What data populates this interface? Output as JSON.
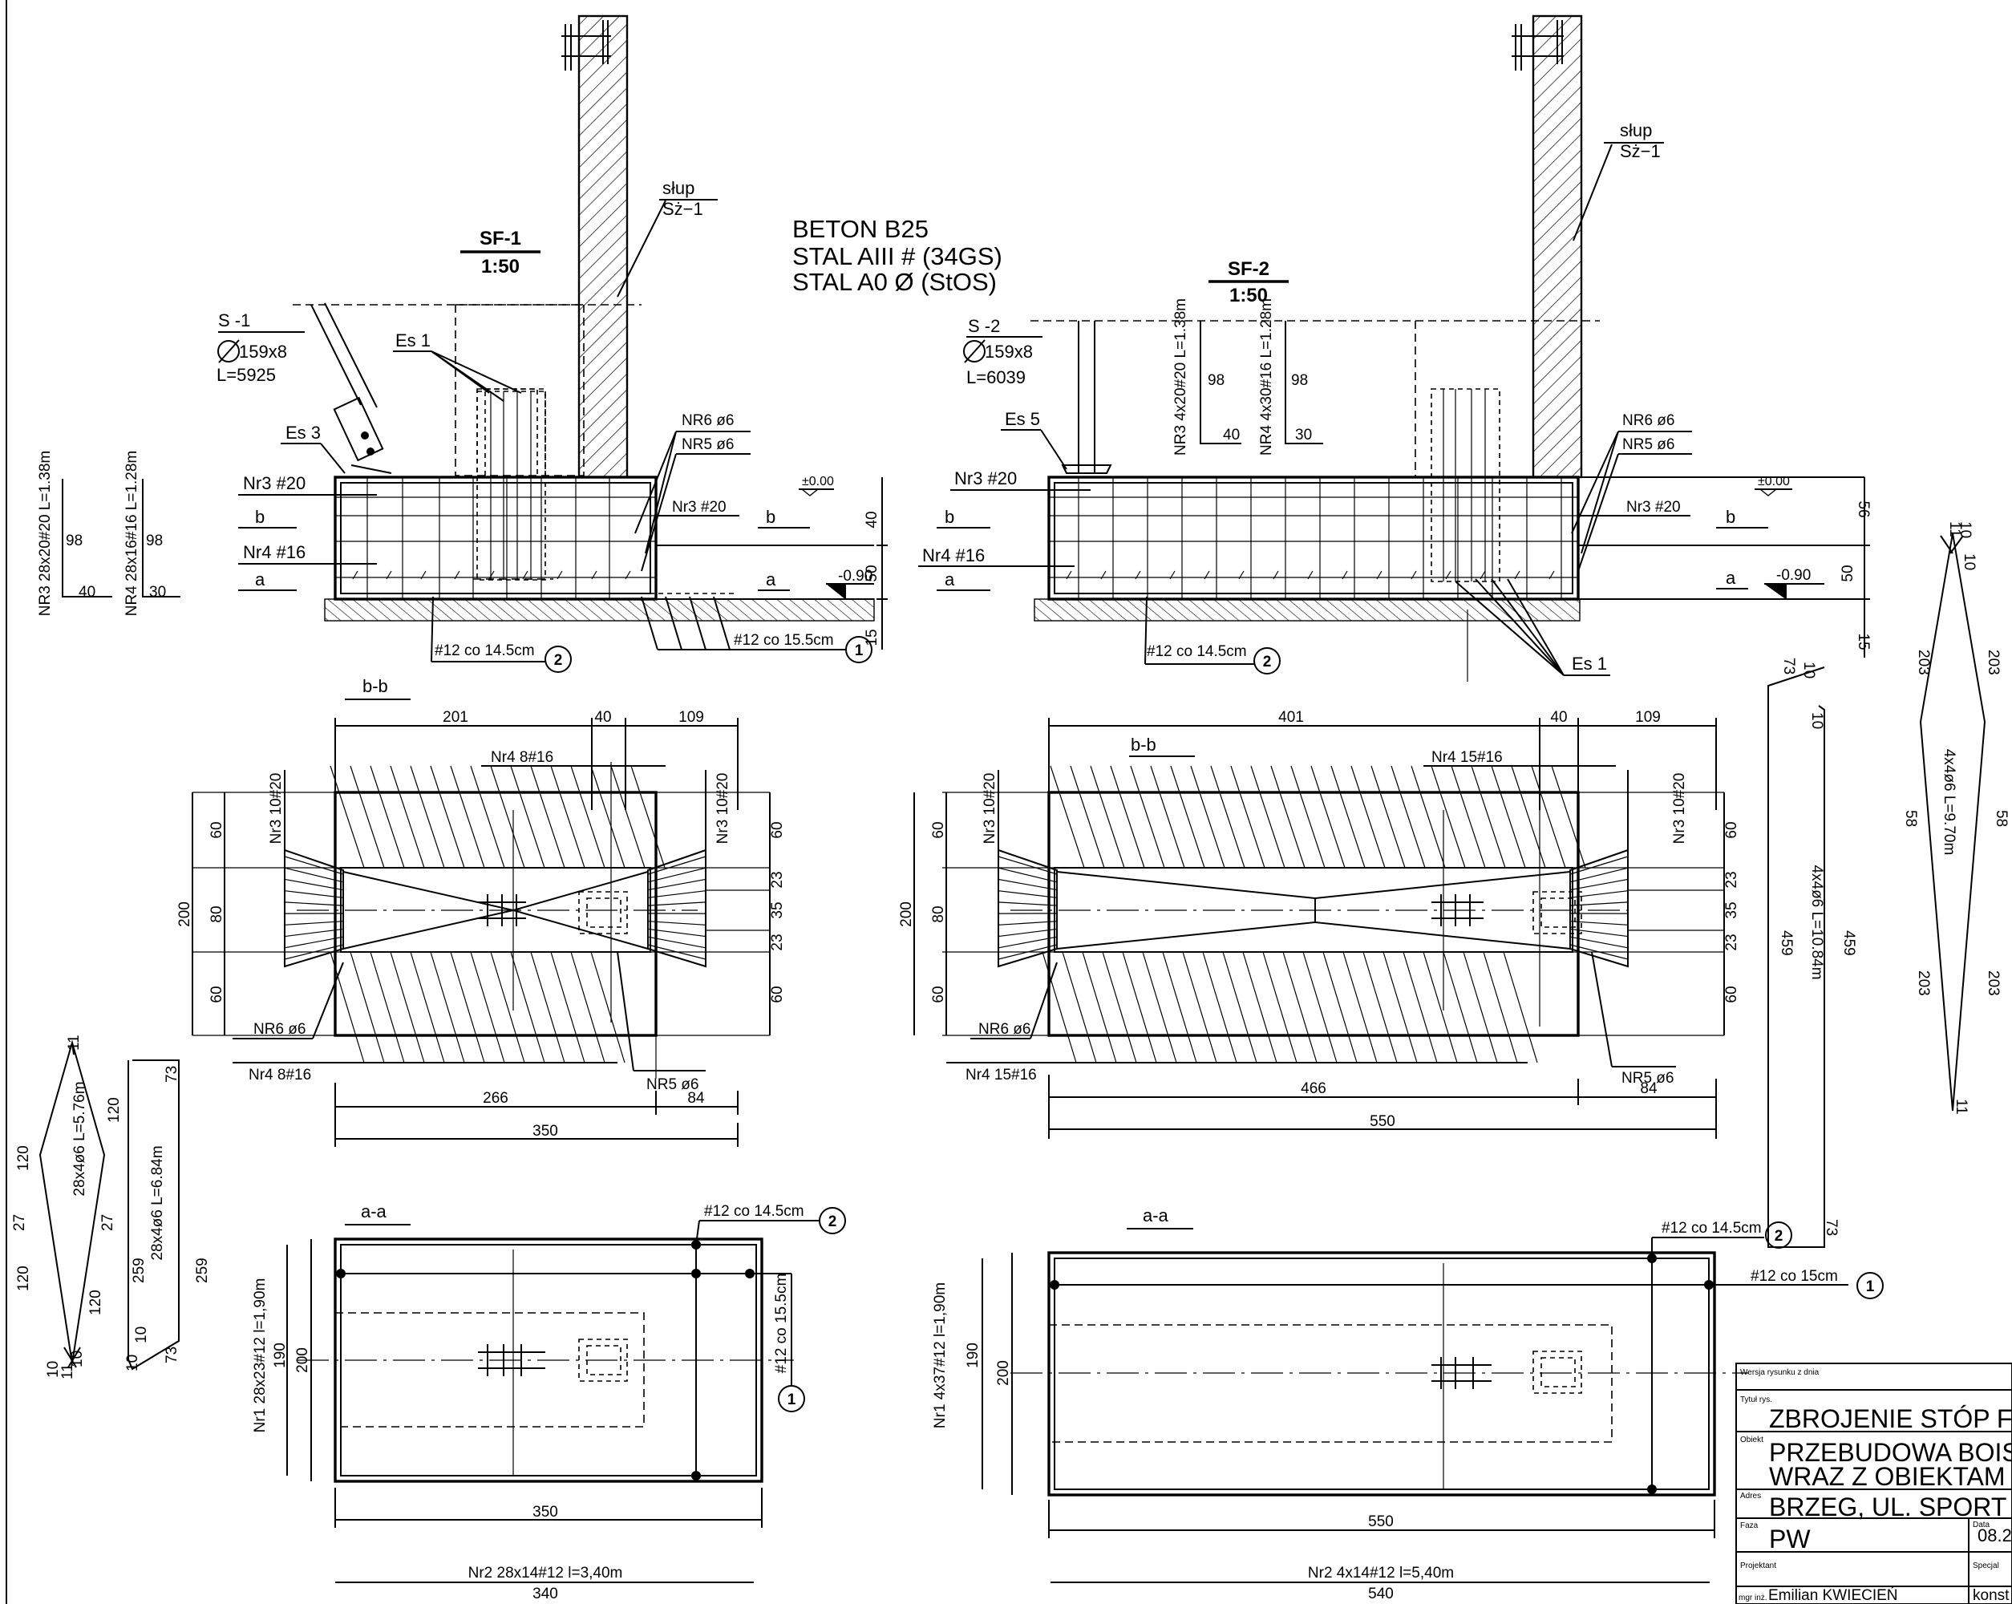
{
  "notes": {
    "materials": [
      "BETON B25",
      "STAL AIII # (34GS)",
      "STAL A0  Ø (StOS)"
    ]
  },
  "sf1": {
    "title": "SF-1",
    "scale": "1:50",
    "column": [
      "słup",
      "Sż−1"
    ],
    "brace_id": "S -1",
    "brace_pipe": "159x8",
    "brace_len": "L=5925",
    "es1": "Es 1",
    "es3": "Es 3",
    "nr6": "NR6 ø6",
    "nr5": "NR5 ø6",
    "nr3": "Nr3 #20",
    "nr3b": "Nr3 #20",
    "nr4": "Nr4 #16",
    "sec_b": "b",
    "sec_a": "a",
    "level0": "±0.00",
    "level1": "-0.90",
    "mesh2": "#12 co 14.5cm",
    "mesh1": "#12 co 15.5cm",
    "mark1": "1",
    "mark2": "2",
    "dims_v": [
      "40",
      "50",
      "15"
    ]
  },
  "sf2": {
    "title": "SF-2",
    "scale": "1:50",
    "column": [
      "słup",
      "Sż−1"
    ],
    "brace_id": "S -2",
    "brace_pipe": "159x8",
    "brace_len": "L=6039",
    "es5": "Es 5",
    "es1": "Es 1",
    "nr6": "NR6 ø6",
    "nr5": "NR5 ø6",
    "nr3": "Nr3 #20",
    "nr3b": "Nr3 #20",
    "nr4": "Nr4 #16",
    "sec_b": "b",
    "sec_a": "a",
    "level0": "±0.00",
    "level1": "-0.90",
    "mesh2": "#12 co 14.5cm",
    "mark2": "2",
    "dims_v": [
      "56",
      "50",
      "15"
    ],
    "bar_nr3": "NR3 4x20#20 L=1.38m",
    "bar_nr3_h": "98",
    "bar_nr3_w": "40",
    "bar_nr4": "NR4 4x30#16 L=1.28m",
    "bar_nr4_h": "98",
    "bar_nr4_w": "30"
  },
  "left_bars": {
    "nr3": "NR3 28x20#20 L=1.38m",
    "nr3_h": "98",
    "nr3_w": "40",
    "nr4": "NR4 28x16#16 L=1.28m",
    "nr4_h": "98",
    "nr4_w": "30"
  },
  "bb1": {
    "title": "b-b",
    "top_dims": [
      "201",
      "40",
      "109"
    ],
    "nr4": "Nr4  8#16",
    "nr4_bot": "Nr4  8#16",
    "nr3_l": "Nr3 10#20",
    "nr3_r": "Nr3 10#20",
    "nr6": "NR6 ø6",
    "nr5": "NR5 ø6",
    "left_dims": [
      "200",
      "60",
      "80",
      "60"
    ],
    "right_dims": [
      "60",
      "23",
      "35",
      "23",
      "60"
    ],
    "bot_dims": [
      "266",
      "84",
      "350"
    ]
  },
  "bb2": {
    "title": "b-b",
    "top_dims": [
      "401",
      "40",
      "109"
    ],
    "nr4": "Nr4  15#16",
    "nr4_bot": "Nr4  15#16",
    "nr3_l": "Nr3 10#20",
    "nr3_r": "Nr3 10#20",
    "nr6": "NR6 ø6",
    "nr5": "NR5 ø6",
    "left_dims": [
      "200",
      "60",
      "80",
      "60"
    ],
    "right_dims": [
      "60",
      "23",
      "35",
      "23",
      "60"
    ],
    "bot_dims": [
      "466",
      "84",
      "550"
    ]
  },
  "aa1": {
    "title": "a-a",
    "mesh2": "#12 co 14.5cm",
    "mesh1": "#12 co 15.5cm",
    "mark1": "1",
    "mark2": "2",
    "nr1": "Nr1  28x23#12  l=1,90m",
    "nr1_len": "190",
    "h": "200",
    "w": "350",
    "nr2": "Nr2  28x14#12  l=3,40m",
    "nr2_len": "340"
  },
  "aa2": {
    "title": "a-a",
    "mesh2": "#12  co  14.5cm",
    "mesh1": "#12  co  15cm",
    "mark1": "1",
    "mark2": "2",
    "nr1": "Nr1  4x37#12  l=1,90m",
    "nr1_len": "190",
    "h": "200",
    "w": "550",
    "nr2": "Nr2  4x14#12  l=5,40m",
    "nr2_len": "540"
  },
  "stirrups": {
    "s1_label": "28x4ø6  L=5.76m",
    "s1_dims": [
      "11",
      "120",
      "27",
      "27",
      "120",
      "120",
      "120",
      "10",
      "11",
      "10"
    ],
    "s2_label": "28x4ø6  L=6.84m",
    "s2_dims": [
      "73",
      "259",
      "259",
      "10",
      "10",
      "73"
    ],
    "s3_label": "4x4ø6  L=10.84m",
    "s3_dims": [
      "73",
      "10",
      "10",
      "459",
      "459",
      "73"
    ],
    "s4_label": "4x4ø6  L=9.70m",
    "s4_dims": [
      "10",
      "11",
      "10",
      "203",
      "203",
      "58",
      "58",
      "203",
      "203",
      "11"
    ]
  },
  "title_block": {
    "row0_label": "Wersja rysunku z dnia",
    "title_label": "Tytuł rys.",
    "title": "ZBROJENIE STÓP F",
    "obj_label": "Obiekt",
    "obj_line1": "PRZEBUDOWA BOIS",
    "obj_line2": "WRAZ Z OBIEKTAM",
    "addr_label": "Adres",
    "addr": "BRZEG, UL. SPORT",
    "phase_label": "Faza",
    "phase": "PW",
    "date_label": "Data",
    "date": "08.2",
    "designer_label": "Projektant",
    "spec_label": "Specjal",
    "designer_prefix": "mgr inż.",
    "designer": "Emilian KWIECIEŃ",
    "spec": "konst"
  }
}
